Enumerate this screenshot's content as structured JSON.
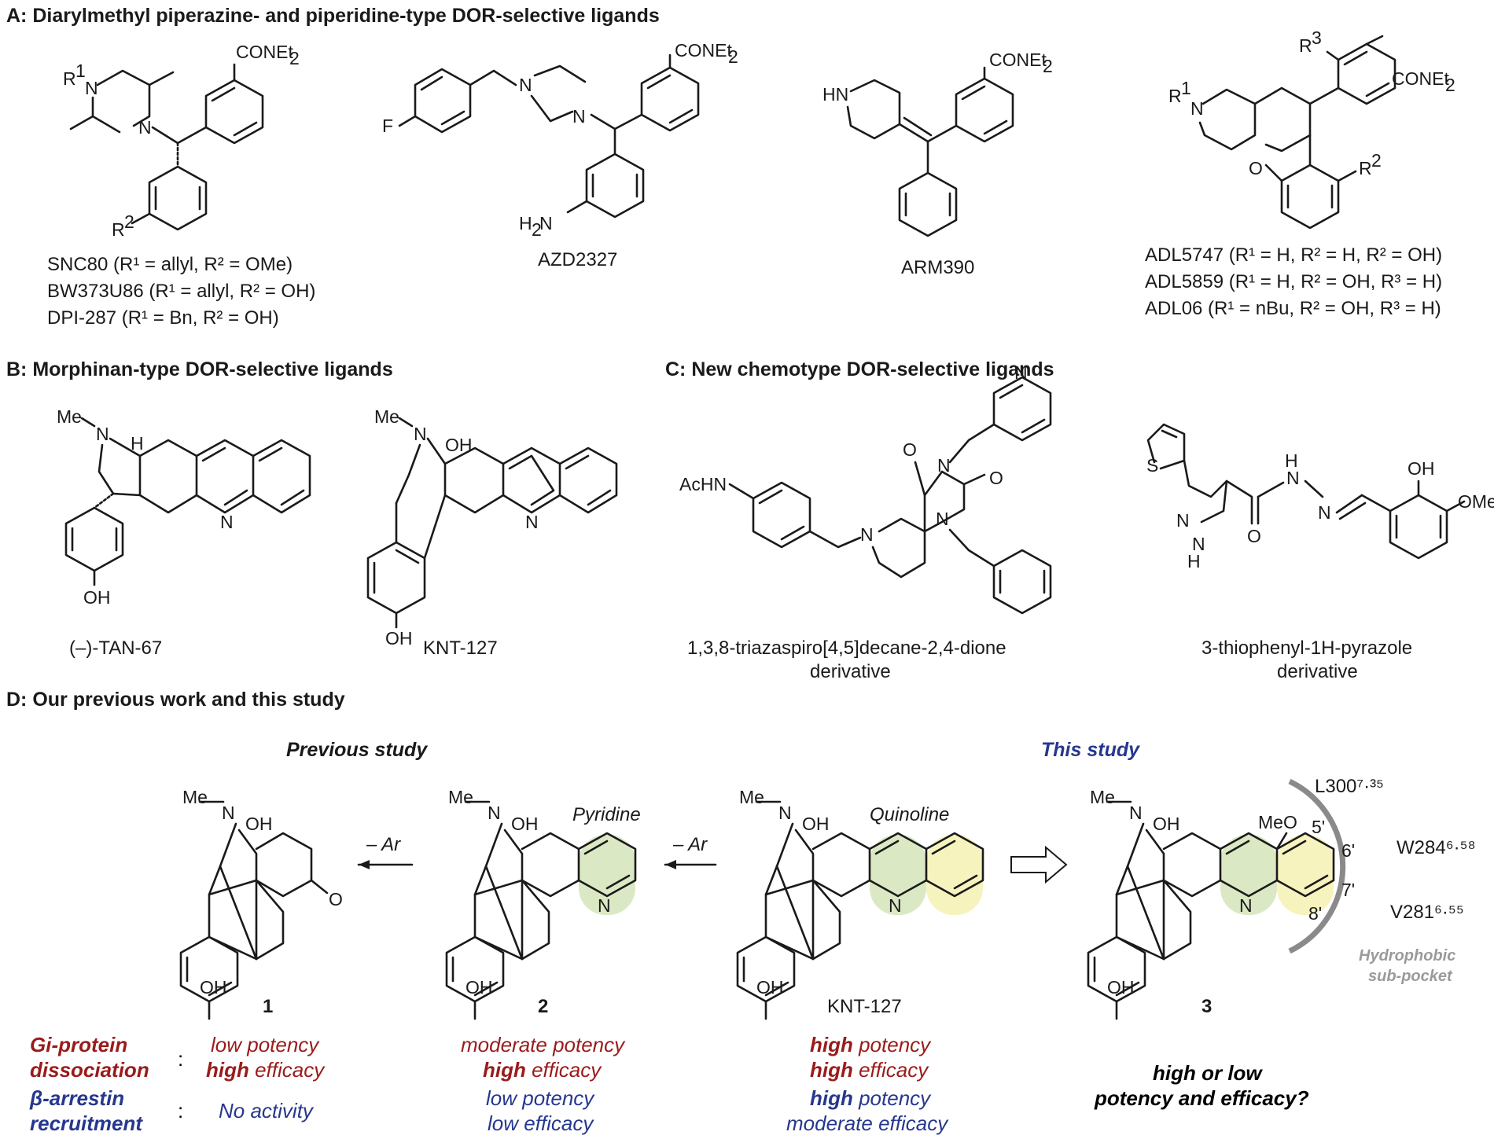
{
  "colors": {
    "red": "#9a1b1b",
    "blue": "#26378f",
    "green_ring": "#dbe8c4",
    "yellow_ring": "#f7f3be",
    "pocket_arc": "#8a8a8a"
  },
  "panels": {
    "a": {
      "title": "A: Diarylmethyl piperazine- and piperidine-type DOR-selective ligands"
    },
    "b": {
      "title": "B: Morphinan-type DOR-selective ligands"
    },
    "c": {
      "title": "C: New chemotype DOR-selective ligands"
    },
    "d": {
      "title": "D: Our previous work and this study"
    }
  },
  "panel_a": {
    "snc80": {
      "line1": "SNC80 (R¹ = allyl, R² = OMe)",
      "line2": "BW373U86 (R¹ = allyl, R² = OH)",
      "line3": "DPI-287 (R¹ = Bn, R² = OH)"
    },
    "azd": {
      "name": "AZD2327"
    },
    "arm": {
      "name": "ARM390"
    },
    "adl": {
      "line1": "ADL5747 (R¹ = H, R² = H, R² = OH)",
      "line2": "ADL5859 (R¹ = H, R² = OH, R³ = H)",
      "line3": "ADL06 (R¹ = nBu, R² = OH, R³ = H)"
    }
  },
  "panel_b": {
    "tan": "(–)-TAN-67",
    "knt": "KNT-127"
  },
  "panel_c": {
    "c1_line1": "1,3,8-triazaspiro[4,5]decane-2,4-dione",
    "c1_line2": "derivative",
    "c2_line1": "3-thiophenyl-1H-pyrazole",
    "c2_line2": "derivative"
  },
  "panel_d": {
    "previous_study": "Previous study",
    "this_study": "This study",
    "minus_ar": "– Ar",
    "pyridine": "Pyridine",
    "quinoline": "Quinoline",
    "compound_1": "1",
    "compound_2": "2",
    "compound_knt": "KNT-127",
    "compound_3": "3",
    "l300": "L300⁷·³⁵",
    "w284": "W284⁶·⁵⁸",
    "v281": "V281⁶·⁵⁵",
    "pocket1": "Hydrophobic",
    "pocket2": "sub-pocket",
    "pos5": "5'",
    "pos6": "6'",
    "pos7": "7'",
    "pos8": "8'",
    "meo": "MeO",
    "gi1": "Gi-protein",
    "gi2": "dissociation",
    "ba1": "β-arrestin",
    "ba2": "recruitment",
    "colon": ":",
    "c1_gi_a": "low potency",
    "c1_gi_b_strong": "high",
    "c1_gi_b": " efficacy",
    "c1_ba": "No activity",
    "c2_gi_a": "moderate potency",
    "c2_gi_b_strong": "high",
    "c2_gi_b": " efficacy",
    "c2_ba_a": "low potency",
    "c2_ba_b": "low efficacy",
    "k_gi_a_strong": "high",
    "k_gi_a": " potency",
    "k_gi_b_strong": "high",
    "k_gi_b": " efficacy",
    "k_ba_a_strong": "high",
    "k_ba_a": " potency",
    "k_ba_b": "moderate efficacy",
    "q1": "high or low",
    "q2": "potency and efficacy?"
  }
}
